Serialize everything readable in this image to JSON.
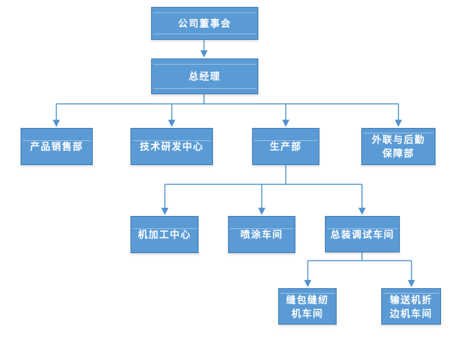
{
  "diagram": {
    "type": "org-chart",
    "colors": {
      "box-fill": "#5b9bd5",
      "box-border": "#3e79b8",
      "line-color": "#5192ce",
      "text-color": "#ffffff",
      "bg": "#ffffff",
      "highlight": "rgba(255,255,255,0.4)"
    },
    "nodes": [
      {
        "id": "board",
        "label": "公司董事会"
      },
      {
        "id": "gm",
        "label": "总经理"
      },
      {
        "id": "sales",
        "label": "产品销售部"
      },
      {
        "id": "rnd",
        "label": "技术研发中心"
      },
      {
        "id": "prod",
        "label": "生产部"
      },
      {
        "id": "ext",
        "label": "外联与后勤\n保障部"
      },
      {
        "id": "machining",
        "label": "机加工中心"
      },
      {
        "id": "paint",
        "label": "喷涂车间"
      },
      {
        "id": "assembly",
        "label": "总装调试车间"
      },
      {
        "id": "sewing",
        "label": "缝包缝纫\n机车间"
      },
      {
        "id": "conveyor",
        "label": "输送机折\n边机车间"
      }
    ],
    "edges": [
      {
        "from": "board",
        "to": "gm"
      },
      {
        "from": "gm",
        "to": "sales"
      },
      {
        "from": "gm",
        "to": "rnd"
      },
      {
        "from": "gm",
        "to": "prod"
      },
      {
        "from": "gm",
        "to": "ext"
      },
      {
        "from": "prod",
        "to": "machining"
      },
      {
        "from": "prod",
        "to": "paint"
      },
      {
        "from": "prod",
        "to": "assembly"
      },
      {
        "from": "assembly",
        "to": "sewing"
      },
      {
        "from": "assembly",
        "to": "conveyor"
      }
    ]
  }
}
